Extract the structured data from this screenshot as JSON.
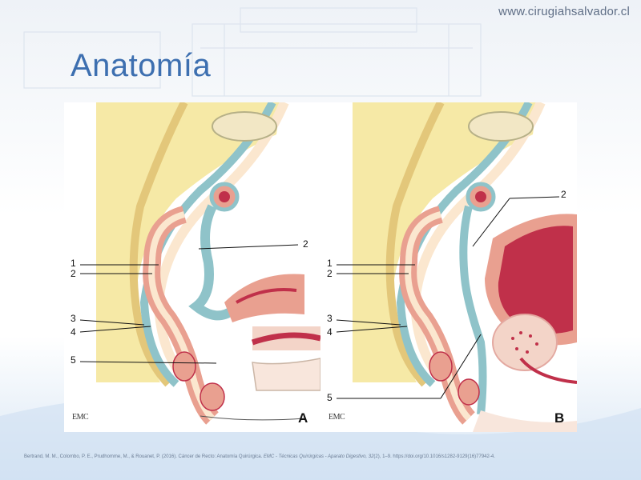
{
  "header": {
    "site_url": "www.cirugiahsalvador.cl",
    "title": "Anatomía"
  },
  "figure": {
    "panel_a": {
      "letter": "A",
      "watermark": "EMC",
      "labels": [
        "1",
        "2",
        "3",
        "4",
        "5",
        "2"
      ]
    },
    "panel_b": {
      "letter": "B",
      "watermark": "EMC",
      "labels": [
        "1",
        "2",
        "3",
        "4",
        "5",
        "2"
      ]
    }
  },
  "citation": {
    "main": "Bertrand, M. M., Colombo, P. E., Prudhomme, M., & Rouanet, P. (2016). Cáncer de Recto: Anatomía Quirúrgica. ",
    "journal": "EMC - Técnicas Quirúrgicas - Aparato Digestivo, 32",
    "rest": "(2), 1–9. https://doi.org/10.1016/s1282-9129(16)77942-4."
  },
  "colors": {
    "title": "#3d6fb0",
    "bone": "#f6e9a6",
    "fascia": "#8fc3c9",
    "mucosa": "#e9a090",
    "muscle": "#c0304a",
    "fat": "#fbe7cf"
  }
}
